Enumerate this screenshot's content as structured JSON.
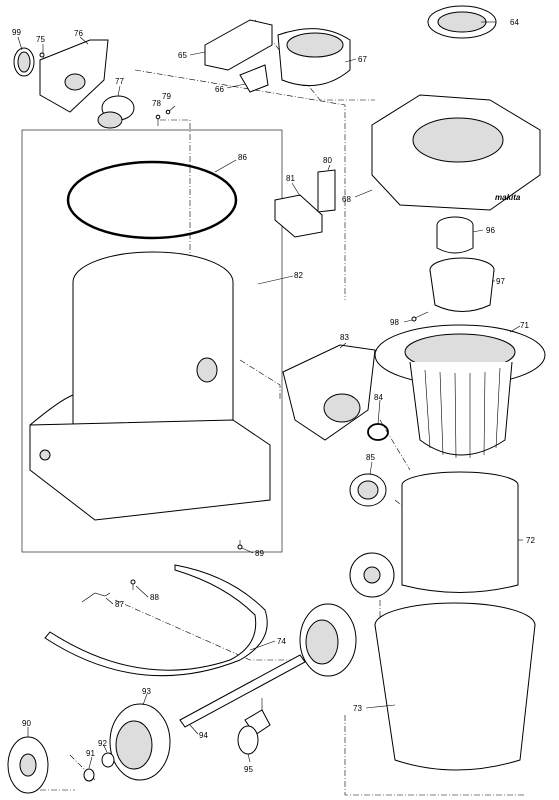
{
  "parts": [
    {
      "id": "p99",
      "number": "99"
    },
    {
      "id": "p75",
      "number": "75"
    },
    {
      "id": "p76",
      "number": "76"
    },
    {
      "id": "p77",
      "number": "77"
    },
    {
      "id": "p78",
      "number": "78"
    },
    {
      "id": "p79",
      "number": "79"
    },
    {
      "id": "p65",
      "number": "65"
    },
    {
      "id": "p66",
      "number": "66"
    },
    {
      "id": "p67",
      "number": "67"
    },
    {
      "id": "p64",
      "number": "64"
    },
    {
      "id": "p68",
      "number": "68"
    },
    {
      "id": "p86",
      "number": "86"
    },
    {
      "id": "p80",
      "number": "80"
    },
    {
      "id": "p81",
      "number": "81"
    },
    {
      "id": "p82",
      "number": "82"
    },
    {
      "id": "p96",
      "number": "96"
    },
    {
      "id": "p97",
      "number": "97"
    },
    {
      "id": "p98",
      "number": "98"
    },
    {
      "id": "p71",
      "number": "71"
    },
    {
      "id": "p83",
      "number": "83"
    },
    {
      "id": "p84",
      "number": "84"
    },
    {
      "id": "p85",
      "number": "85"
    },
    {
      "id": "p72",
      "number": "72"
    },
    {
      "id": "p89",
      "number": "89"
    },
    {
      "id": "p87",
      "number": "87"
    },
    {
      "id": "p88",
      "number": "88"
    },
    {
      "id": "p74",
      "number": "74"
    },
    {
      "id": "p73",
      "number": "73"
    },
    {
      "id": "p93",
      "number": "93"
    },
    {
      "id": "p94",
      "number": "94"
    },
    {
      "id": "p90",
      "number": "90"
    },
    {
      "id": "p91",
      "number": "91"
    },
    {
      "id": "p92",
      "number": "92"
    },
    {
      "id": "p95",
      "number": "95"
    }
  ],
  "logo_text": "makita"
}
